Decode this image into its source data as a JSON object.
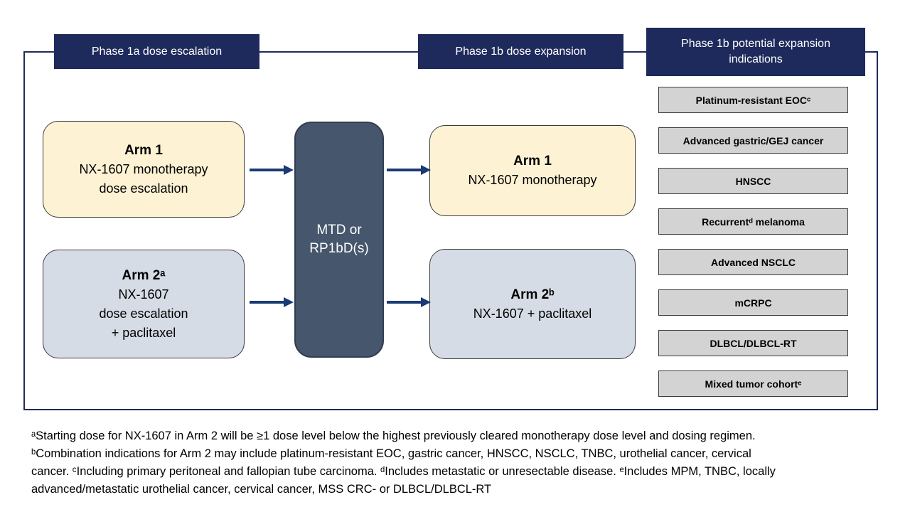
{
  "headers": {
    "phase1a": "Phase 1a dose escalation",
    "phase1b": "Phase 1b dose expansion",
    "phase1b_indications": "Phase 1b potential expansion indications"
  },
  "flow": {
    "arm1_escalation": {
      "title": "Arm 1",
      "line1": "NX-1607 monotherapy",
      "line2": "dose escalation"
    },
    "arm2_escalation": {
      "title": "Arm 2ᵃ",
      "line1": "NX-1607",
      "line2": "dose escalation",
      "line3": "+ paclitaxel"
    },
    "mtd": {
      "line1": "MTD or",
      "line2": "RP1bD(s)"
    },
    "arm1_expansion": {
      "title": "Arm 1",
      "line1": "NX-1607 monotherapy"
    },
    "arm2_expansion": {
      "title": "Arm 2ᵇ",
      "line1": "NX-1607 + paclitaxel"
    }
  },
  "indications": [
    "Platinum-resistant EOCᶜ",
    "Advanced gastric/GEJ cancer",
    "HNSCC",
    "Recurrentᵈ melanoma",
    "Advanced NSCLC",
    "mCRPC",
    "DLBCL/DLBCL-RT",
    "Mixed tumor cohortᵉ"
  ],
  "footnotes": {
    "lines": [
      "ᵃStarting dose for NX-1607 in Arm 2 will be ≥1 dose level below the highest previously cleared monotherapy dose level and dosing regimen.",
      "ᵇCombination indications for Arm 2 may include platinum-resistant EOC, gastric cancer, HNSCC, NSCLC, TNBC, urothelial cancer, cervical",
      "cancer. ᶜIncluding primary peritoneal and fallopian tube carcinoma. ᵈIncludes metastatic or unresectable disease. ᵉIncludes MPM, TNBC, locally",
      "advanced/metastatic urothelial cancer, cervical cancer, MSS CRC- or DLBCL/DLBCL-RT"
    ]
  },
  "colors": {
    "navy": "#1f2a5c",
    "arrow": "#1b3a74",
    "slate": "#46566c",
    "slate-border": "#303e50",
    "cream": "#fdf2d4",
    "bluegray": "#d6dce5",
    "gray": "#d3d3d3",
    "box-border": "#3a3a3a"
  }
}
